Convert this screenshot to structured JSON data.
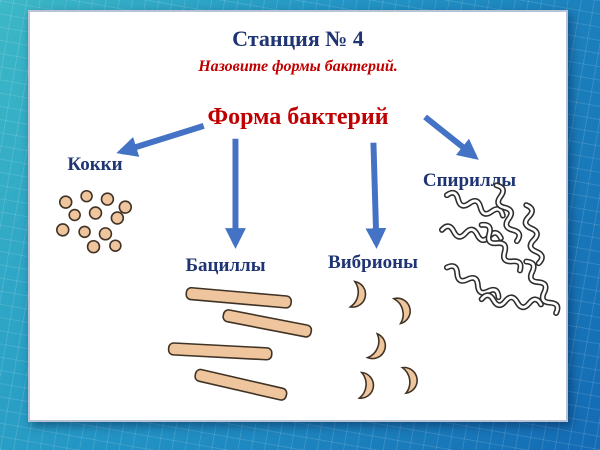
{
  "slide": {
    "title": "Станция № 4",
    "subtitle": "Назовите формы бактерий.",
    "heading": "Форма бактерий"
  },
  "labels": {
    "cocci": "Кокки",
    "spirilla": "Спириллы",
    "bacilli": "Бациллы",
    "vibrios": "Вибрионы"
  },
  "colors": {
    "title_navy": "#1f3573",
    "accent_red": "#c00000",
    "arrow_blue": "#4472c4",
    "bacteria_fill": "#eec59d",
    "bacteria_outline": "#403325",
    "spirilla_outline": "#2e2e2e",
    "background_teal": "#2395c5"
  },
  "icons": {
    "cocci": "cocci-dots-illustration",
    "bacilli": "bacilli-rods-illustration",
    "vibrios": "vibrio-crescents-illustration",
    "spirilla": "spirilla-squiggles-illustration",
    "arrows": "arrow-connectors"
  }
}
